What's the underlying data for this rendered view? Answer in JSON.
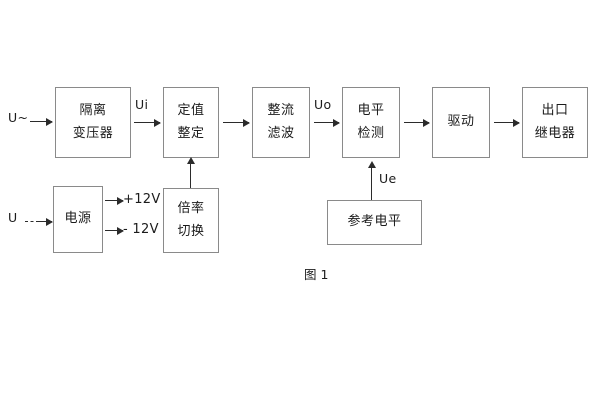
{
  "figure": {
    "caption": "图 1",
    "border_color": "#8a8a8a",
    "line_color": "#2b2b2b",
    "text_color": "#1b1b1b"
  },
  "signal_chain": {
    "input_label": "U~",
    "blocks": [
      {
        "id": "isolation-transformer",
        "line1": "隔离",
        "line2": "变压器"
      },
      {
        "id": "setting-value",
        "line1": "定值",
        "line2": "整定"
      },
      {
        "id": "rectify-filter",
        "line1": "整流",
        "line2": "滤波"
      },
      {
        "id": "level-detection",
        "line1": "电平",
        "line2": "检测"
      },
      {
        "id": "drive",
        "line1": "驱动",
        "line2": ""
      },
      {
        "id": "output-relay",
        "line1": "出口",
        "line2": "继电器"
      }
    ],
    "signal_labels": {
      "ui": "Ui",
      "uo": "Uo",
      "ue": "Ue"
    }
  },
  "power_section": {
    "input_label": "U",
    "supply": {
      "id": "power-supply",
      "line1": "电源",
      "line2": ""
    },
    "rails": [
      {
        "id": "rail-positive",
        "label": "+12V"
      },
      {
        "id": "rail-negative",
        "label": "- 12V"
      }
    ],
    "multiplier": {
      "id": "multiplier-switch",
      "line1": "倍率",
      "line2": "切换"
    }
  },
  "reference_section": {
    "reference": {
      "id": "reference-level",
      "line1": "参考电平",
      "line2": ""
    }
  }
}
